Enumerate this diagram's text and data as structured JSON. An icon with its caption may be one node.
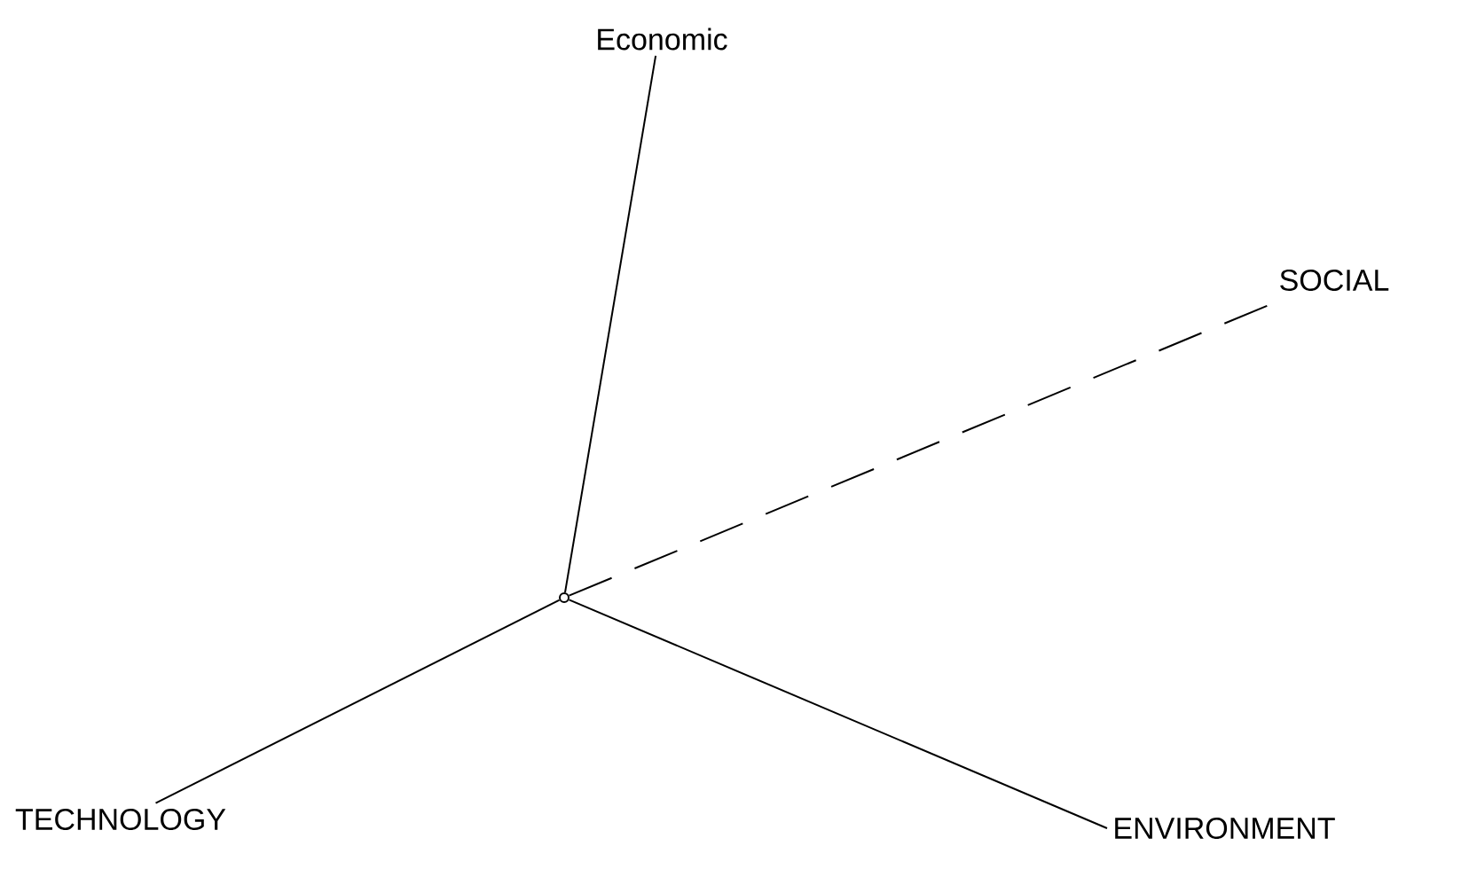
{
  "diagram": {
    "nodes": [
      {
        "text": [],
        "shape": "circle"
      },
      {
        "text": [
          "Economic"
        ]
      },
      {
        "text": [
          "SOCIAL"
        ]
      },
      {
        "text": [
          "TECHNOLOGY"
        ]
      },
      {
        "text": [
          "ENVIRONMENT"
        ]
      }
    ],
    "edges": [
      {
        "from": 0,
        "to": 1,
        "arrow": "none"
      },
      {
        "from": 0,
        "to": 2,
        "arrow": "none",
        "style": "dashed"
      },
      {
        "from": 0,
        "to": 3,
        "arrow": "none"
      },
      {
        "from": 0,
        "to": 4,
        "arrow": "none"
      }
    ]
  }
}
